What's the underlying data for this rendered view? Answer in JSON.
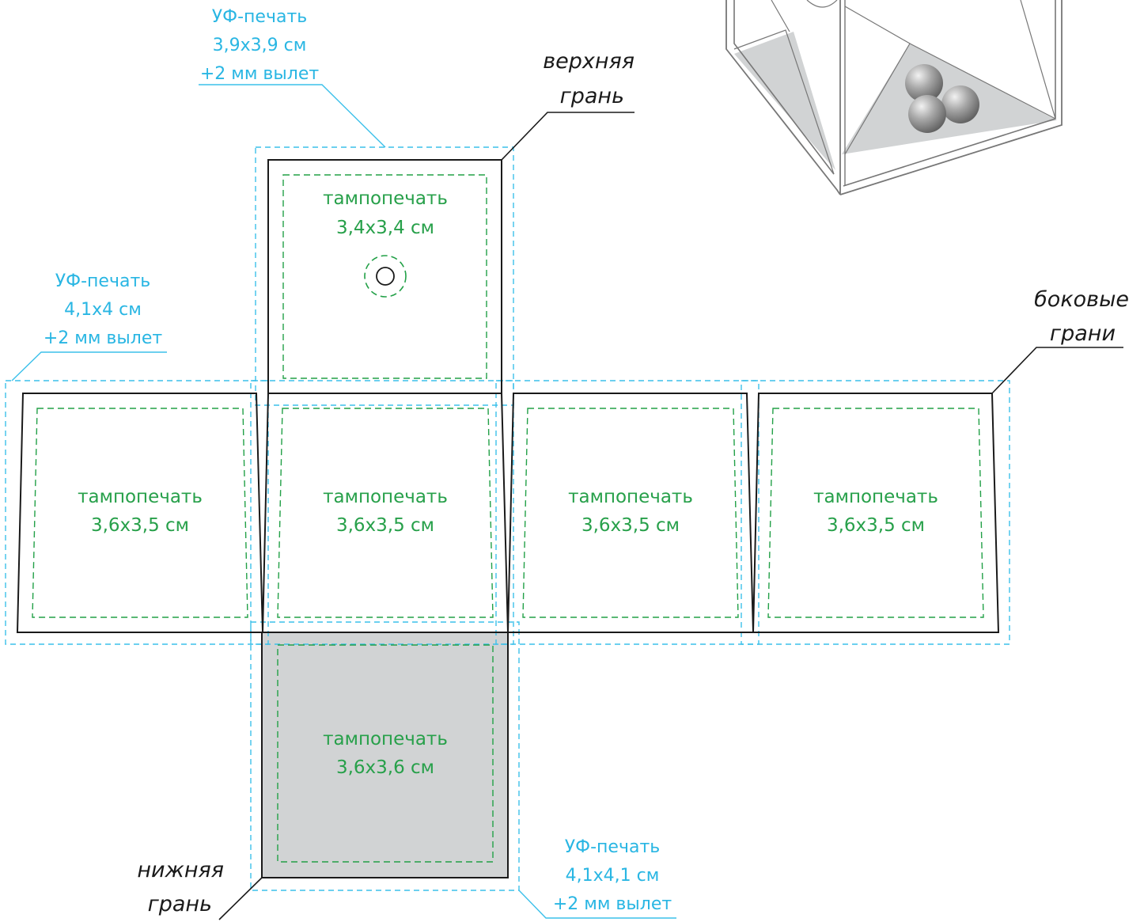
{
  "uv_labels": {
    "top": {
      "line1": "УФ-печать",
      "line2": "3,9х3,9 см",
      "line3": "+2 мм вылет"
    },
    "side": {
      "line1": "УФ-печать",
      "line2": "4,1х4 см",
      "line3": "+2 мм вылет"
    },
    "bottom": {
      "line1": "УФ-печать",
      "line2": "4,1х4,1 см",
      "line3": "+2 мм вылет"
    }
  },
  "face_labels": {
    "top": {
      "line1": "верхняя",
      "line2": "грань"
    },
    "side": {
      "line1": "боковые",
      "line2": "грани"
    },
    "bottom": {
      "line1": "нижняя",
      "line2": "грань"
    }
  },
  "pad_print": {
    "top": {
      "line1": "тампопечать",
      "line2": "3,4х3,4 см"
    },
    "side_1": {
      "line1": "тампопечать",
      "line2": "3,6х3,5 см"
    },
    "side_2": {
      "line1": "тампопечать",
      "line2": "3,6х3,5 см"
    },
    "side_3": {
      "line1": "тампопечать",
      "line2": "3,6х3,5 см"
    },
    "side_4": {
      "line1": "тампопечать",
      "line2": "3,6х3,5 см"
    },
    "bottom": {
      "line1": "тампопечать",
      "line2": "3,6х3,6 см"
    }
  },
  "colors": {
    "uv_bleed": "#3cc0ea",
    "pad_area": "#22a047",
    "cut_line": "#1a1a1a",
    "bottom_fill": "#d1d3d4"
  }
}
